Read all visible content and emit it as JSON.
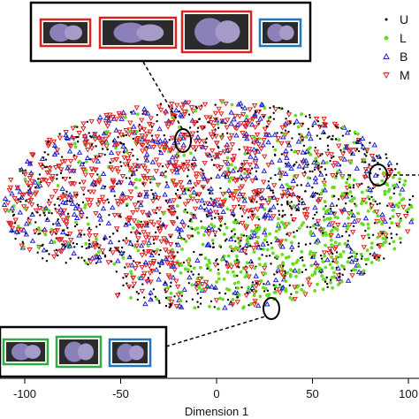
{
  "chart_data": {
    "type": "scatter",
    "title": "",
    "xlabel": "Dimension 1",
    "ylabel": "",
    "xlim": [
      -120,
      110
    ],
    "xticks": [
      -100,
      -50,
      0,
      50,
      100
    ],
    "xtick_labels": [
      "-100",
      "-50",
      "0",
      "50",
      "100"
    ],
    "grid": false,
    "legend_position": "top-right",
    "series": [
      {
        "name": "U",
        "marker": "dot",
        "color": "#000000"
      },
      {
        "name": "L",
        "marker": "circle",
        "color": "#66dd22"
      },
      {
        "name": "B",
        "marker": "triangle-up",
        "color": "#2222cc"
      },
      {
        "name": "M",
        "marker": "triangle-down",
        "color": "#dd2222"
      }
    ],
    "annotations": [
      {
        "kind": "callout-ellipse",
        "target_x": -17,
        "group": "top",
        "colors": [
          "#dd2222",
          "#dd2222",
          "#dd2222",
          "#2277bb"
        ]
      },
      {
        "kind": "callout-ellipse",
        "target_x": 87,
        "group": "right",
        "colors": []
      },
      {
        "kind": "callout-ellipse",
        "target_x": 30,
        "group": "bottom",
        "colors": [
          "#33aa44",
          "#33aa44",
          "#2277bb"
        ]
      }
    ]
  }
}
